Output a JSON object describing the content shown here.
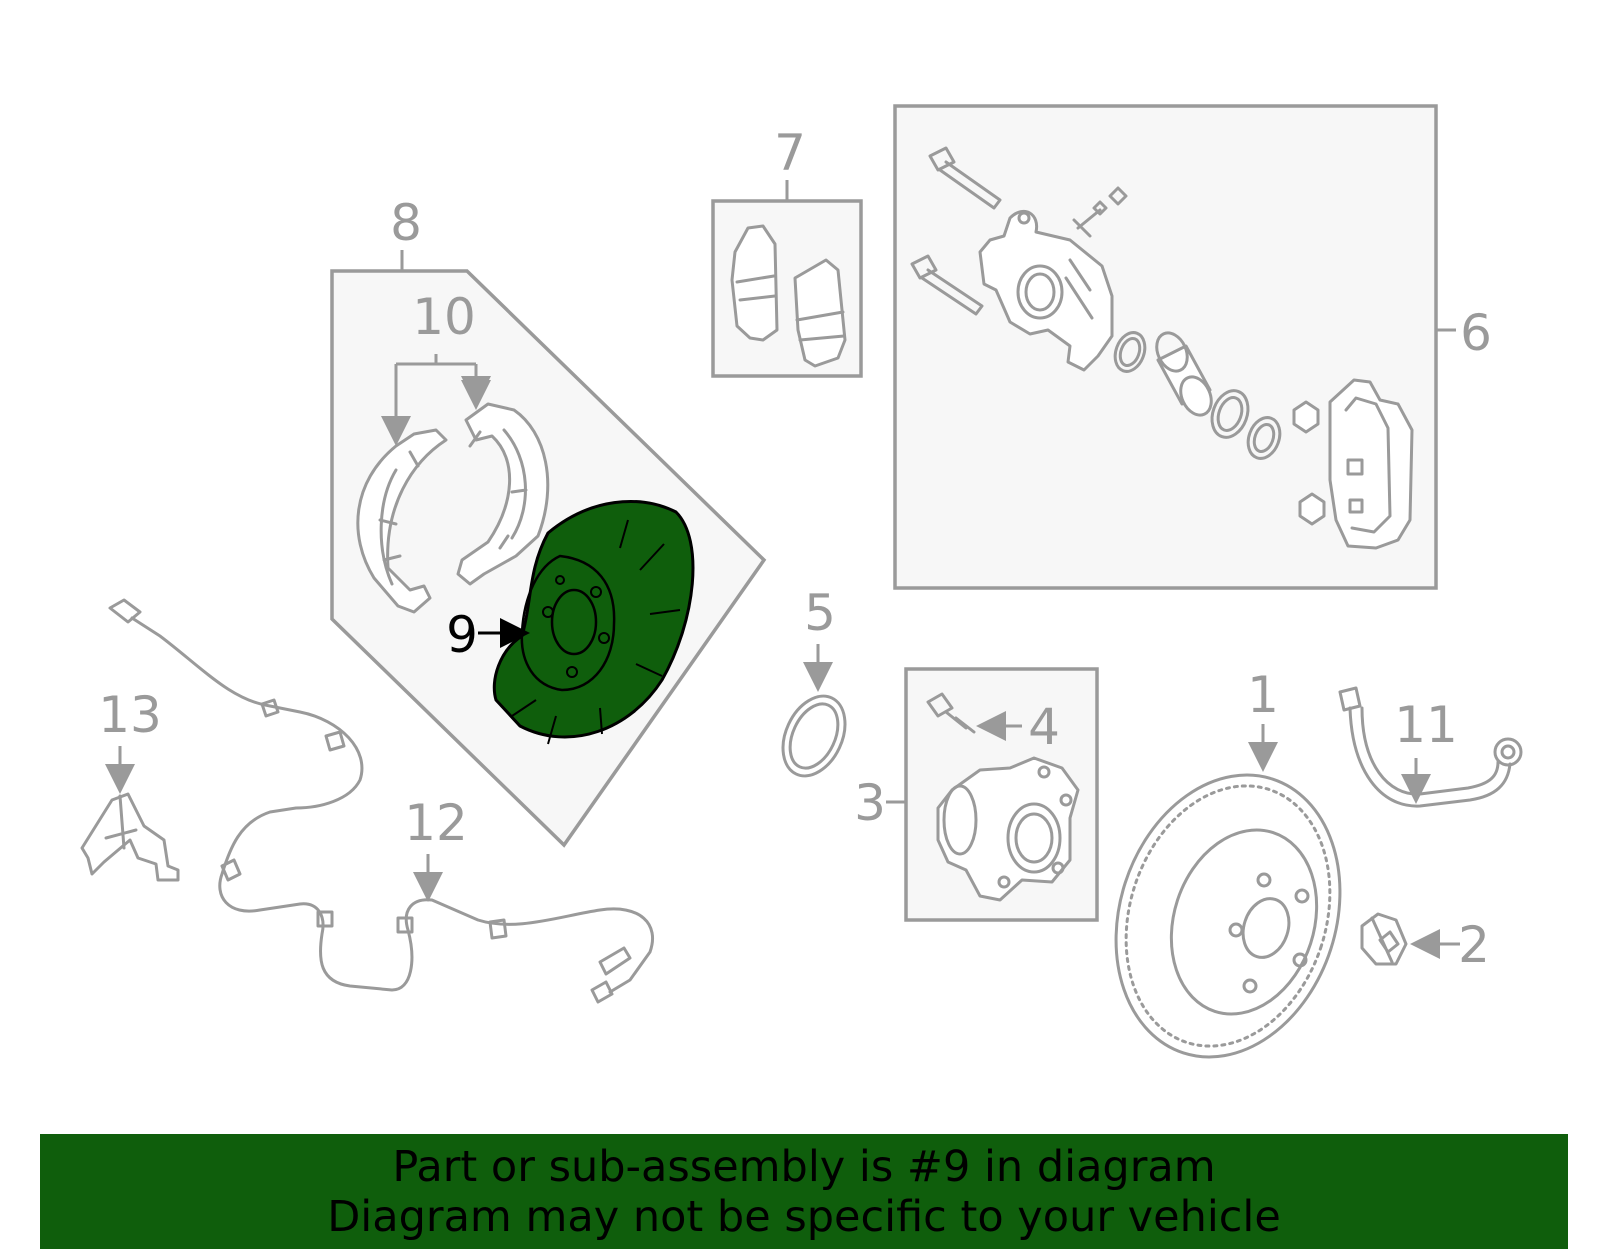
{
  "callouts": {
    "c1": "1",
    "c2": "2",
    "c3": "3",
    "c4": "4",
    "c5": "5",
    "c6": "6",
    "c7": "7",
    "c8": "8",
    "c9": "9",
    "c10": "10",
    "c11": "11",
    "c12": "12",
    "c13": "13"
  },
  "highlighted_part": "9",
  "banner": {
    "line1": "Part or sub-assembly is #9 in diagram",
    "line2": "Diagram may not be specific to your vehicle"
  },
  "colors": {
    "highlight": "#0f5e0c",
    "part_line": "#9a9a9a",
    "box_fill": "#f7f7f7",
    "banner_bg": "#0f5e0c",
    "banner_text": "#000000"
  }
}
